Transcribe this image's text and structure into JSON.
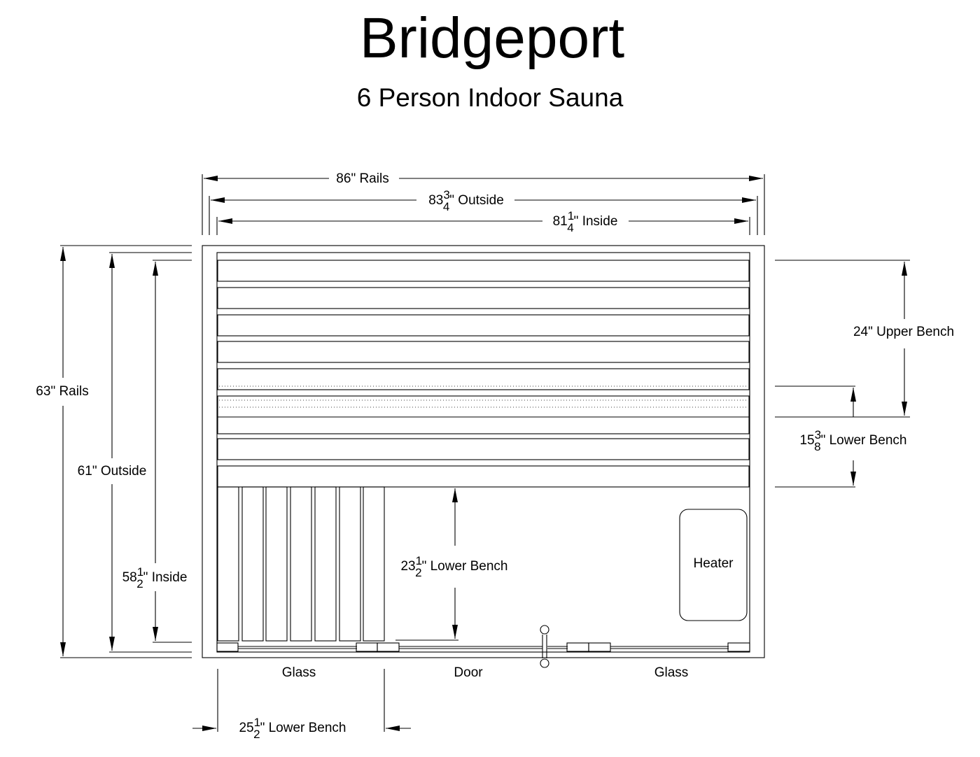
{
  "title": "Bridgeport",
  "subtitle": "6 Person Indoor Sauna",
  "dimensions": {
    "rails_width": {
      "prefix": "",
      "whole": "86",
      "num": "",
      "den": "",
      "suffix": "\" Rails"
    },
    "outside_width": {
      "prefix": "",
      "whole": "83",
      "num": "3",
      "den": "4",
      "suffix": "\" Outside"
    },
    "inside_width": {
      "prefix": "",
      "whole": "81",
      "num": "1",
      "den": "4",
      "suffix": "\" Inside"
    },
    "rails_depth": {
      "prefix": "",
      "whole": "63",
      "num": "",
      "den": "",
      "suffix": "\" Rails"
    },
    "outside_depth": {
      "prefix": "",
      "whole": "61",
      "num": "",
      "den": "",
      "suffix": "\" Outside"
    },
    "inside_depth": {
      "prefix": "",
      "whole": "58",
      "num": "1",
      "den": "2",
      "suffix": "\" Inside"
    },
    "upper_bench": {
      "prefix": "",
      "whole": "24",
      "num": "",
      "den": "",
      "suffix": "\" Upper Bench"
    },
    "lower_bench_right": {
      "prefix": "",
      "whole": "15",
      "num": "3",
      "den": "8",
      "suffix": "\" Lower Bench"
    },
    "lower_bench_center": {
      "prefix": "",
      "whole": "23",
      "num": "1",
      "den": "2",
      "suffix": "\" Lower Bench"
    },
    "lower_bench_bottom": {
      "prefix": "",
      "whole": "25",
      "num": "1",
      "den": "2",
      "suffix": "\" Lower Bench"
    }
  },
  "labels": {
    "heater": "Heater",
    "glass_left": "Glass",
    "door": "Door",
    "glass_right": "Glass"
  }
}
